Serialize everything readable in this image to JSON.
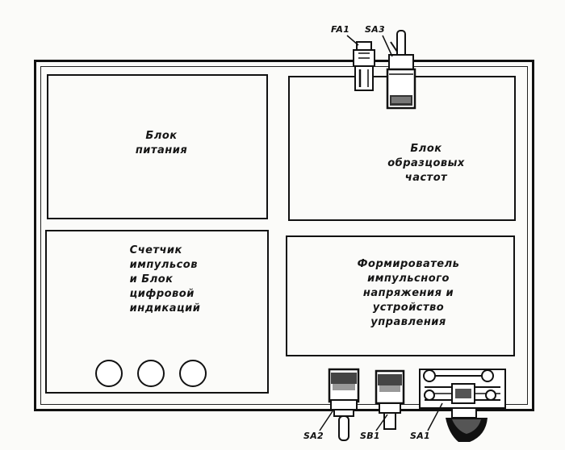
{
  "blocks": {
    "power": "Блок\nпитания",
    "reference": "Блок\nобразцовых\nчастот",
    "counter": "Счетчик\nимпульсов\nи Блок\nцифровой\nиндикаций",
    "shaper": "Формирователь\nимпульсного\nнапряжения и\nустройство\nуправления"
  },
  "components": {
    "fuse": "FA1",
    "toggle_top": "SA3",
    "toggle_bottom_left": "SA2",
    "button": "SB1",
    "switch_right": "SA1"
  }
}
